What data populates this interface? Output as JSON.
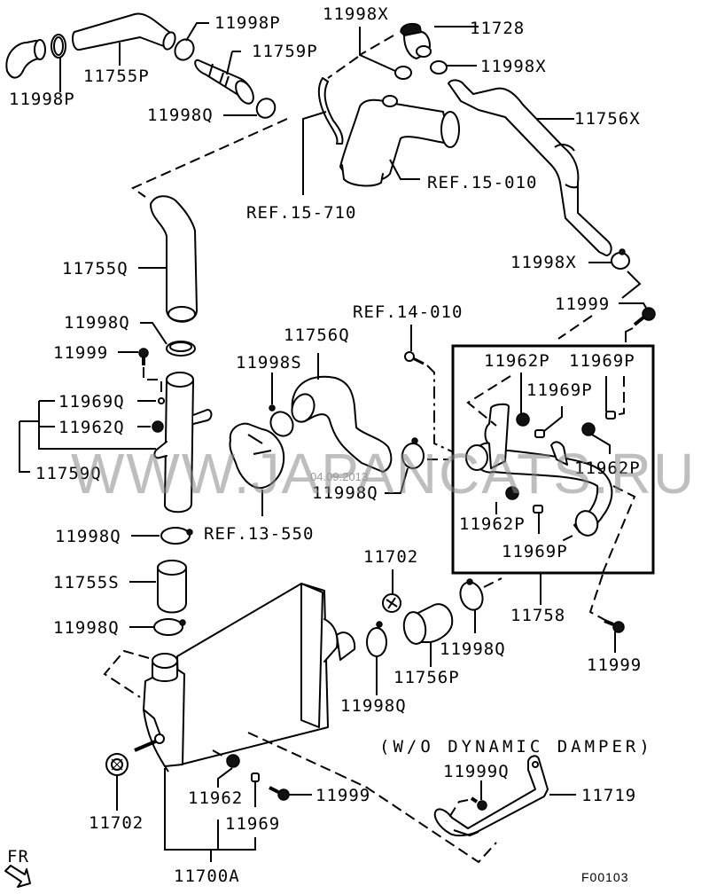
{
  "diagram": {
    "title": "Intercooler & Air Hose Parts Diagram",
    "figure_code": "F00103",
    "direction_label": "FR",
    "variant_note": "(W/O DYNAMIC DAMPER)",
    "watermark": "WWW.JAPANCATS.RU",
    "watermark_date": "04.09.2013",
    "labels": {
      "p11998P_a": "11998P",
      "p11755P": "11755P",
      "p11998P_b": "11998P",
      "p11759P": "11759P",
      "p11998Q_top": "11998Q",
      "p11998X_top": "11998X",
      "p11728": "11728",
      "p11998X_mid": "11998X",
      "p11756X": "11756X",
      "ref15_010": "REF.15-010",
      "ref15_710": "REF.15-710",
      "p11755Q": "11755Q",
      "p11998X_right": "11998X",
      "p11999_right": "11999",
      "p11998Q_left": "11998Q",
      "p11999_left": "11999",
      "p11969Q": "11969Q",
      "p11962Q": "11962Q",
      "p11759Q": "11759Q",
      "ref14_010": "REF.14-010",
      "p11756Q": "11756Q",
      "p11998S": "11998S",
      "p11962P_a": "11962P",
      "p11969P_a": "11969P",
      "p11969P_b": "11969P",
      "p11962P_b": "11962P",
      "p11962P_c": "11962P",
      "p11969P_c": "11969P",
      "p11998Q_center": "11998Q",
      "ref13_550": "REF.13-550",
      "p11998Q_mid": "11998Q",
      "p11755S": "11755S",
      "p11998Q_low": "11998Q",
      "p11702_right": "11702",
      "p11758": "11758",
      "p11998Q_rclamp": "11998Q",
      "p11756P": "11756P",
      "p11998Q_lclamp": "11998Q",
      "p11999_bracket": "11999",
      "p11702_left": "11702",
      "p11962": "11962",
      "p11969": "11969",
      "p11999_bottom": "11999",
      "p11700A": "11700A",
      "p11999Q": "11999Q",
      "p11719": "11719"
    }
  }
}
